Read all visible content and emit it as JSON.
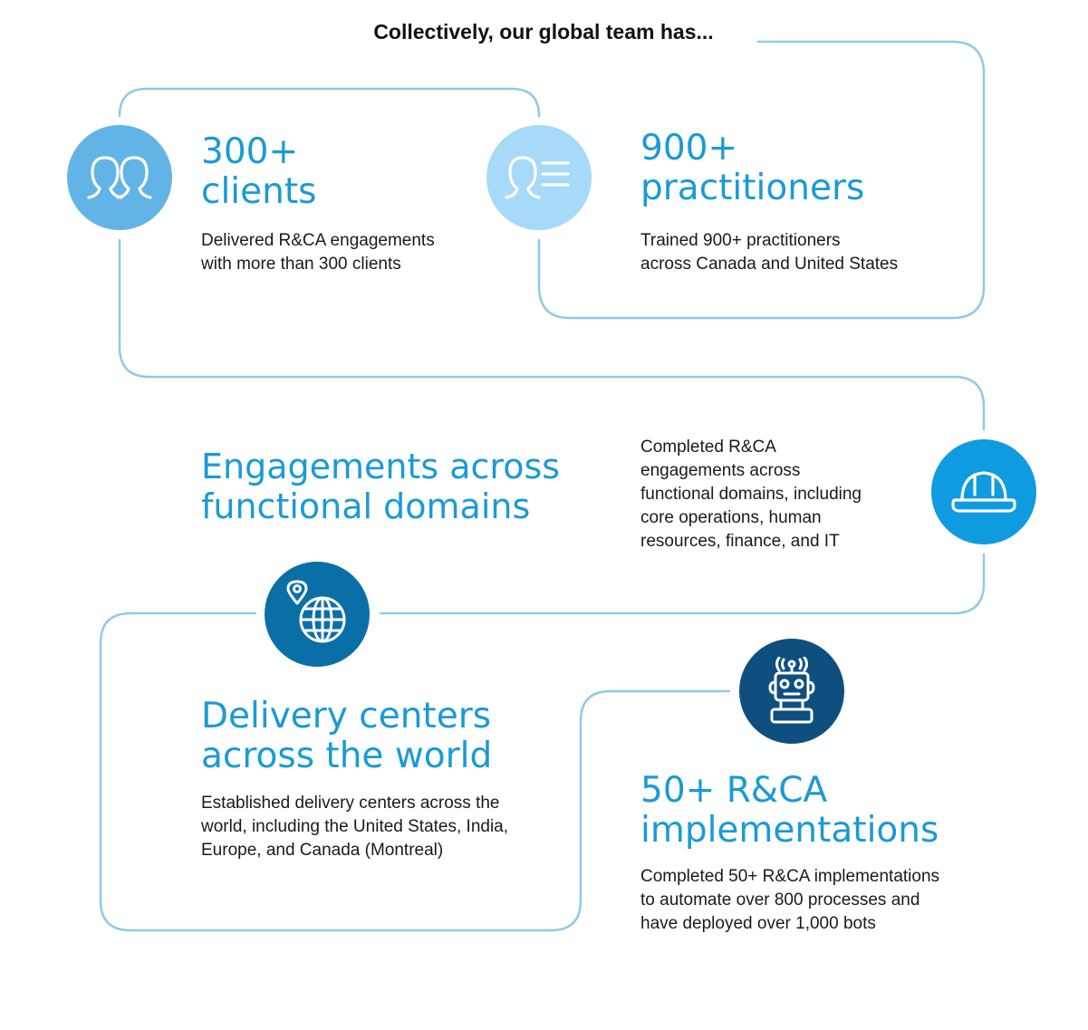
{
  "header": {
    "title": "Collectively, our global team has..."
  },
  "colors": {
    "connector": "#8fcaea",
    "headline": "#1a9ad6",
    "body_text": "#1a1a1a",
    "circle_clients": "#62b4e6",
    "circle_practitioners": "#a6daf8",
    "circle_domains": "#0f9be0",
    "circle_delivery": "#0a6fa7",
    "circle_implementations": "#0e4f7f"
  },
  "blocks": {
    "clients": {
      "icon": "two-people-icon",
      "headline": "300+\nclients",
      "description": "Delivered R&CA engagements\nwith more than 300 clients"
    },
    "practitioners": {
      "icon": "person-with-list-icon",
      "headline": "900+\npractitioners",
      "description": "Trained 900+ practitioners\nacross Canada and United States"
    },
    "domains": {
      "icon": "hard-hat-icon",
      "headline": "Engagements across\nfunctional domains",
      "description": "Completed R&CA\nengagements across\nfunctional domains, including\ncore operations, human\nresources, finance, and IT"
    },
    "delivery": {
      "icon": "globe-with-pin-icon",
      "headline": "Delivery centers\nacross the world",
      "description": "Established delivery centers across the\nworld, including the United States, India,\nEurope, and Canada (Montreal)"
    },
    "implementations": {
      "icon": "robot-icon",
      "headline": "50+ R&CA\nimplementations",
      "description": "Completed 50+ R&CA implementations\nto automate over 800 processes and\nhave deployed over 1,000 bots"
    }
  }
}
